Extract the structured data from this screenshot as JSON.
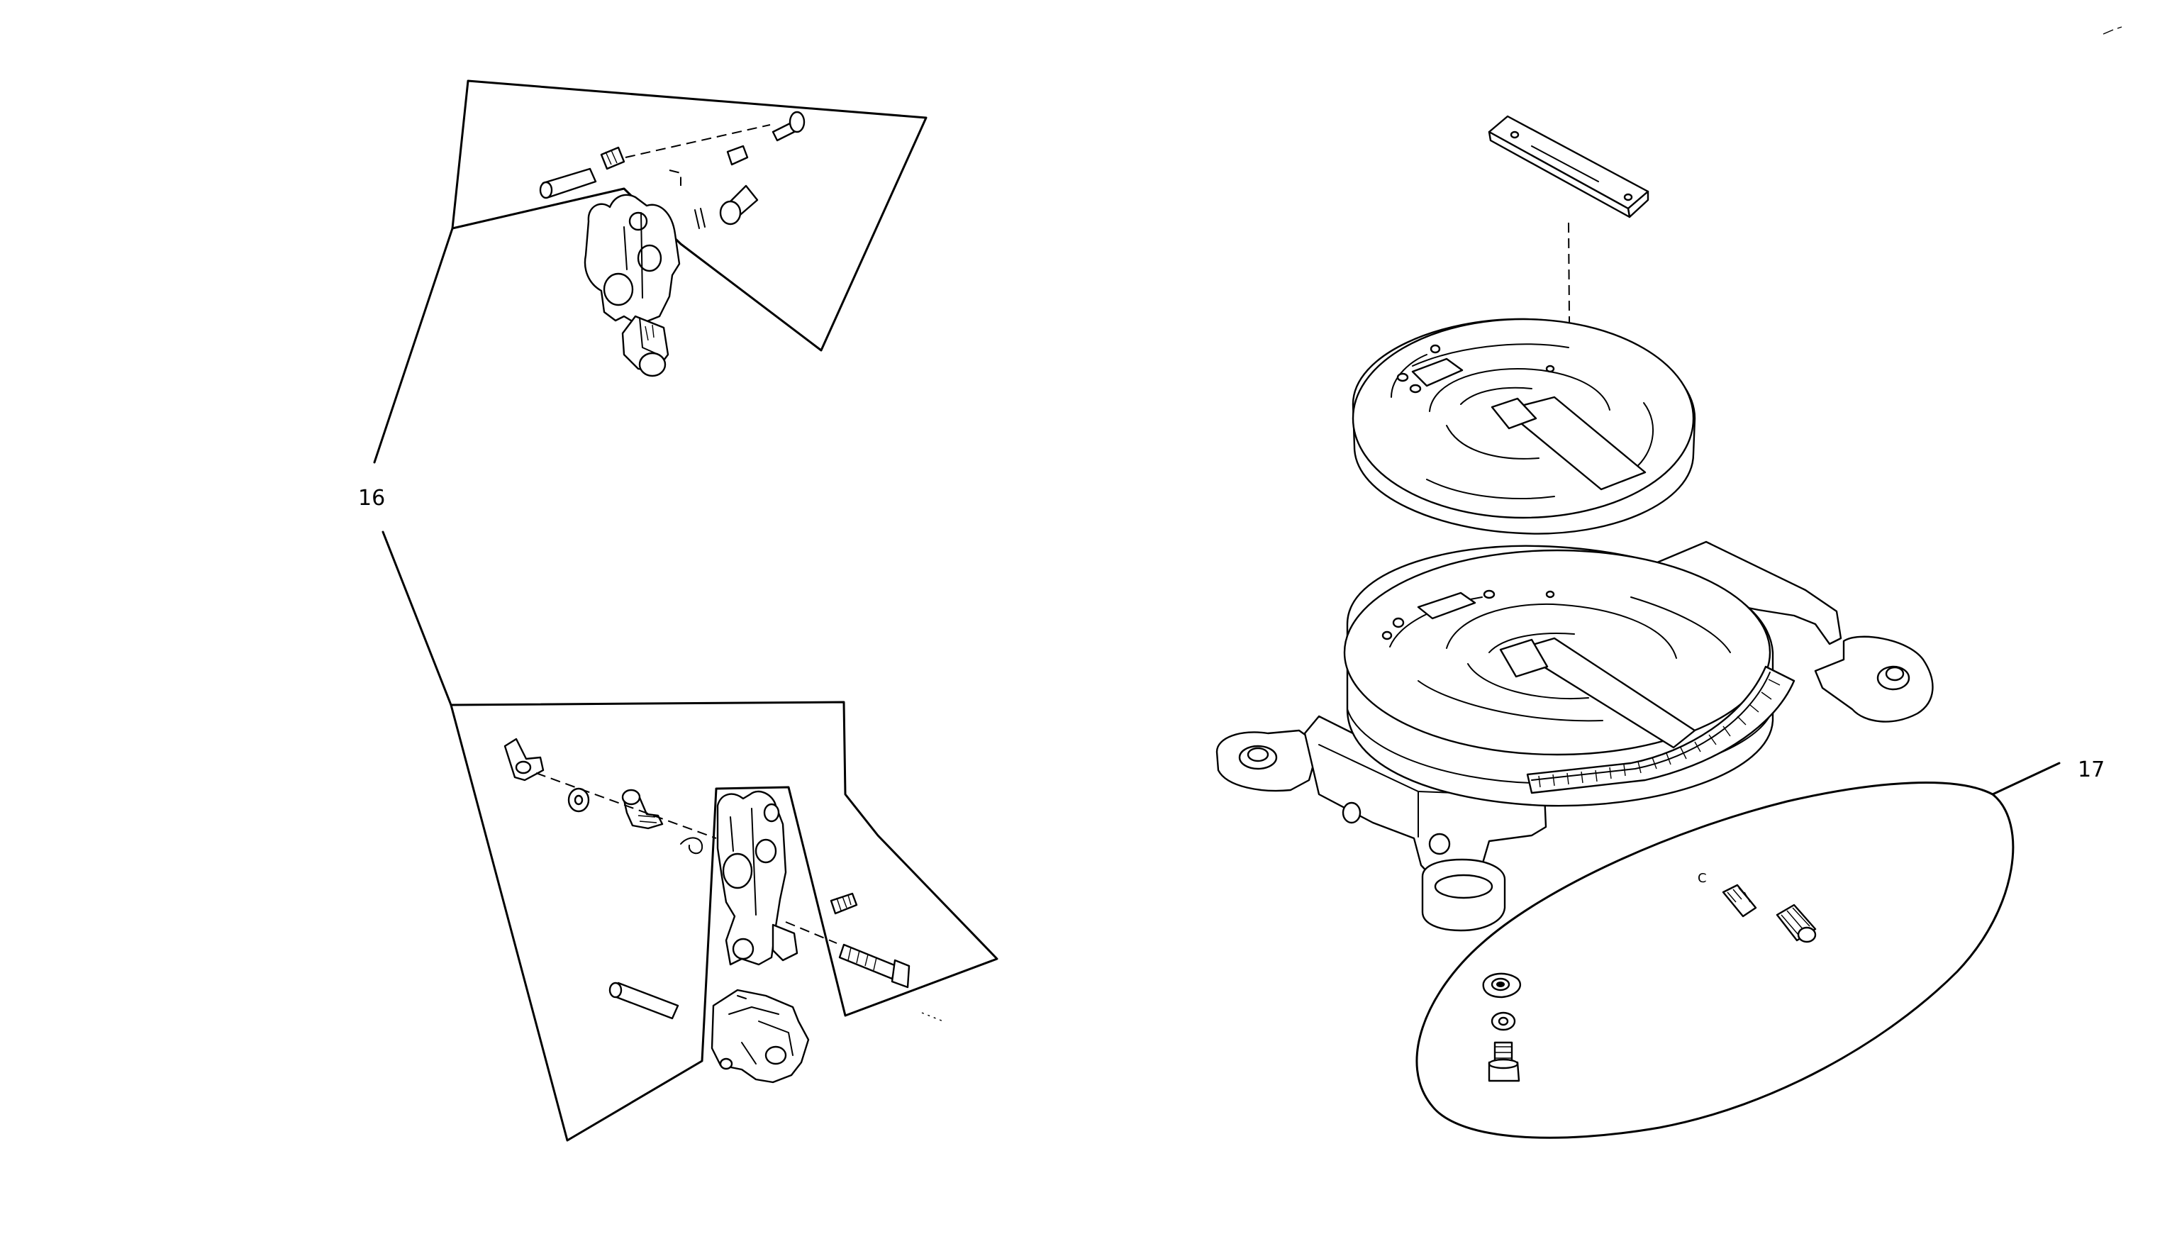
{
  "callouts": {
    "upper_left_assembly": "16",
    "lower_right_assembly": "17"
  },
  "marks": {
    "small_letter": "C"
  }
}
